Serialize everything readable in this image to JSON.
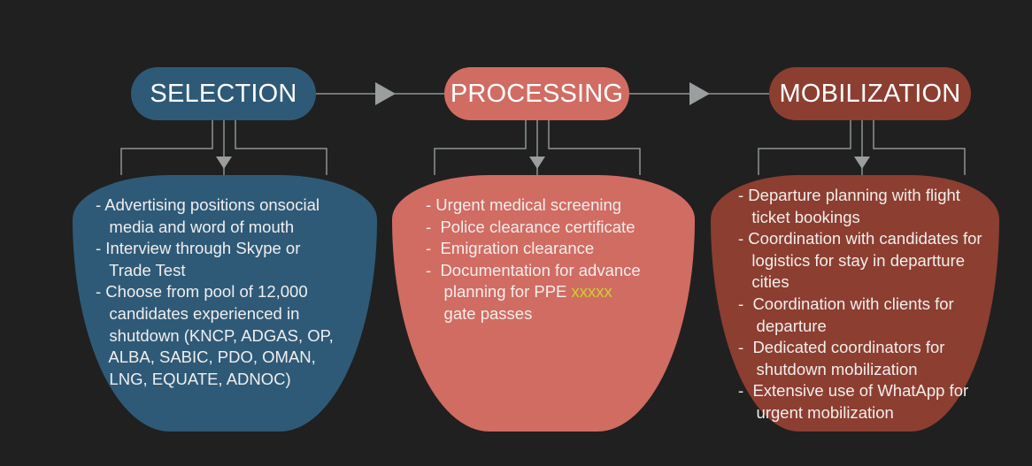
{
  "colors": {
    "background": "#202020",
    "selection": "#2E5A78",
    "processing": "#D16C63",
    "mobilization": "#8C3E31",
    "connector": "#8E9494",
    "arrow": "#9A9E9E",
    "highlight": "#C8D42A",
    "text": "#FFFFFF"
  },
  "stages": [
    {
      "title": "SELECTION",
      "lines": [
        "- Advertising positions onsocial",
        "   media and word of mouth",
        "- Interview through Skype or",
        "   Trade Test",
        "- Choose from pool of 12,000",
        "   candidates experienced in",
        "   shutdown (KNCP, ADGAS, OP,",
        "   ALBA, SABIC, PDO, OMAN,",
        "   LNG, EQUATE, ADNOC)"
      ]
    },
    {
      "title": "PROCESSING",
      "lines": [
        "- Urgent medical screening",
        "-  Police clearance certificate",
        "-  Emigration clearance",
        "-  Documentation for advance",
        "    planning for PPE ",
        "    gate passes"
      ],
      "highlight_text": "xxxxx"
    },
    {
      "title": "MOBILIZATION",
      "lines": [
        "- Departure planning with flight",
        "   ticket bookings",
        "- Coordination with candidates for",
        "   logistics for stay in departture",
        "   cities",
        "-  Coordination with clients for",
        "    departure",
        "-  Dedicated coordinators for",
        "    shutdown mobilization",
        "-  Extensive use of WhatApp for",
        "    urgent mobilization"
      ]
    }
  ]
}
